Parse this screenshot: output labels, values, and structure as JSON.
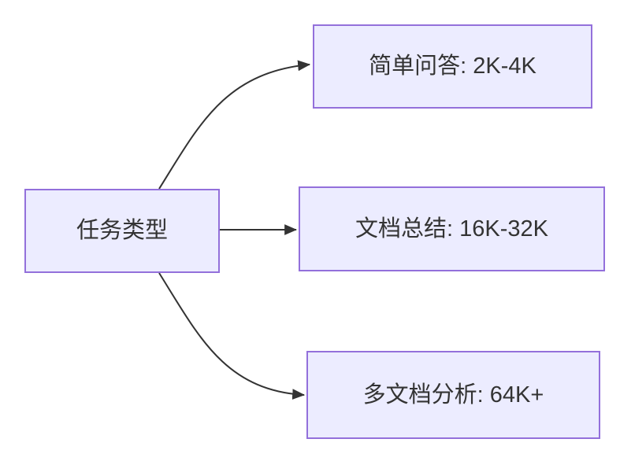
{
  "diagram": {
    "type": "flowchart-left-to-right",
    "root": {
      "label": "任务类型"
    },
    "branches": [
      {
        "label": "简单问答: 2K-4K"
      },
      {
        "label": "文档总结: 16K-32K"
      },
      {
        "label": "多文档分析: 64K+"
      }
    ],
    "edges": [
      {
        "from": "任务类型",
        "to": "简单问答: 2K-4K"
      },
      {
        "from": "任务类型",
        "to": "文档总结: 16K-32K"
      },
      {
        "from": "任务类型",
        "to": "多文档分析: 64K+"
      }
    ],
    "colors": {
      "node_fill": "#ECECFF",
      "node_border": "#9370DB",
      "edge": "#333333",
      "text": "#333333",
      "background": "#FFFFFF"
    }
  }
}
